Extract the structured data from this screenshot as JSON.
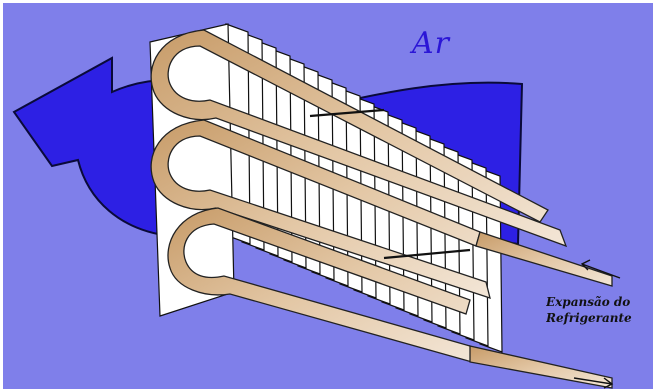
{
  "labels": {
    "air": "Ar",
    "expansion_line1": "Expansão do",
    "expansion_line2": "Refrigerante"
  },
  "colors": {
    "background": "#7f7fea",
    "arrows": "#2d20e4",
    "fins": "#ffffff",
    "tubes": "#d9b48a",
    "air_label": "#2b16d6"
  }
}
